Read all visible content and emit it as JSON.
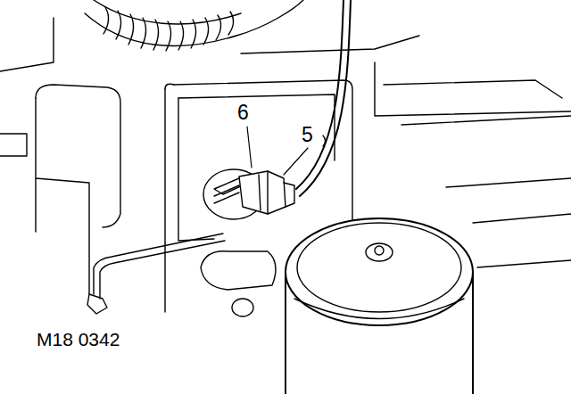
{
  "diagram": {
    "labels": [
      "6",
      "5",
      "M18 0342"
    ]
  }
}
